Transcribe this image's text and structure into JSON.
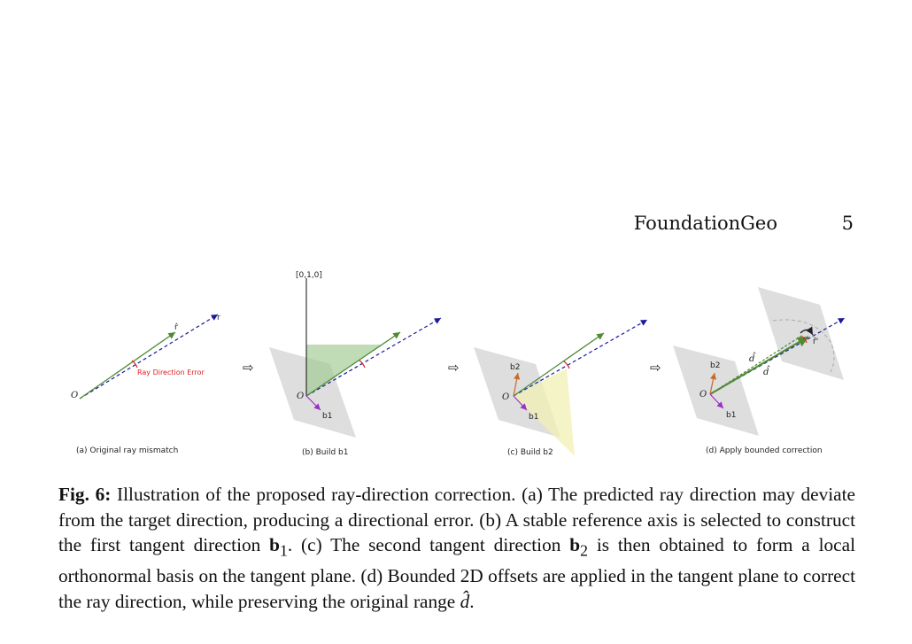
{
  "header": {
    "running_title": "FoundationGeo",
    "page_number": "5"
  },
  "figure": {
    "arrow_glyph": "⇨",
    "panels": [
      {
        "id": "a",
        "caption": "(a) Original ray mismatch",
        "labels": {
          "origin": "O",
          "rhat": "r̂",
          "r": "r",
          "error": "Ray Direction Error"
        }
      },
      {
        "id": "b",
        "caption": "(b) Build b1",
        "labels": {
          "origin": "O",
          "up": "[0,1,0]",
          "b1": "b1"
        }
      },
      {
        "id": "c",
        "caption": "(c) Build b2",
        "labels": {
          "origin": "O",
          "b1": "b1",
          "b2": "b2"
        }
      },
      {
        "id": "d",
        "caption": "(d) Apply bounded correction",
        "labels": {
          "origin": "O",
          "b1": "b1",
          "b2": "b2",
          "dhat_upper": "d̂",
          "dhat_lower": "d̂",
          "rprime": "r̂'"
        }
      }
    ],
    "colors": {
      "predicted": "#4f8a35",
      "target": "#1a1a9a",
      "error": "#e02020",
      "b1": "#9a30c8",
      "b2": "#c86a28",
      "plane": "#d3d3d3",
      "green_plane": "#9cc98f",
      "yellow_plane": "#f2f0b4"
    }
  },
  "caption": {
    "label": "Fig. 6:",
    "seg1": " Illustration of the proposed ray-direction correction. (a) The predicted ray direction may deviate from the target direction, producing a directional error. (b) A stable reference axis is selected to construct the first tangent direction ",
    "b1_sym": "b",
    "b1_sub": "1",
    "seg2": ". (c) The second tangent direction ",
    "b2_sym": "b",
    "b2_sub": "2",
    "seg3": " is then obtained to form a local orthonormal basis on the tangent plane. (d) Bounded 2D offsets are applied in the tangent plane to correct the ray direction, while preserving the original range ",
    "dhat": "d̂",
    "seg4": "."
  }
}
